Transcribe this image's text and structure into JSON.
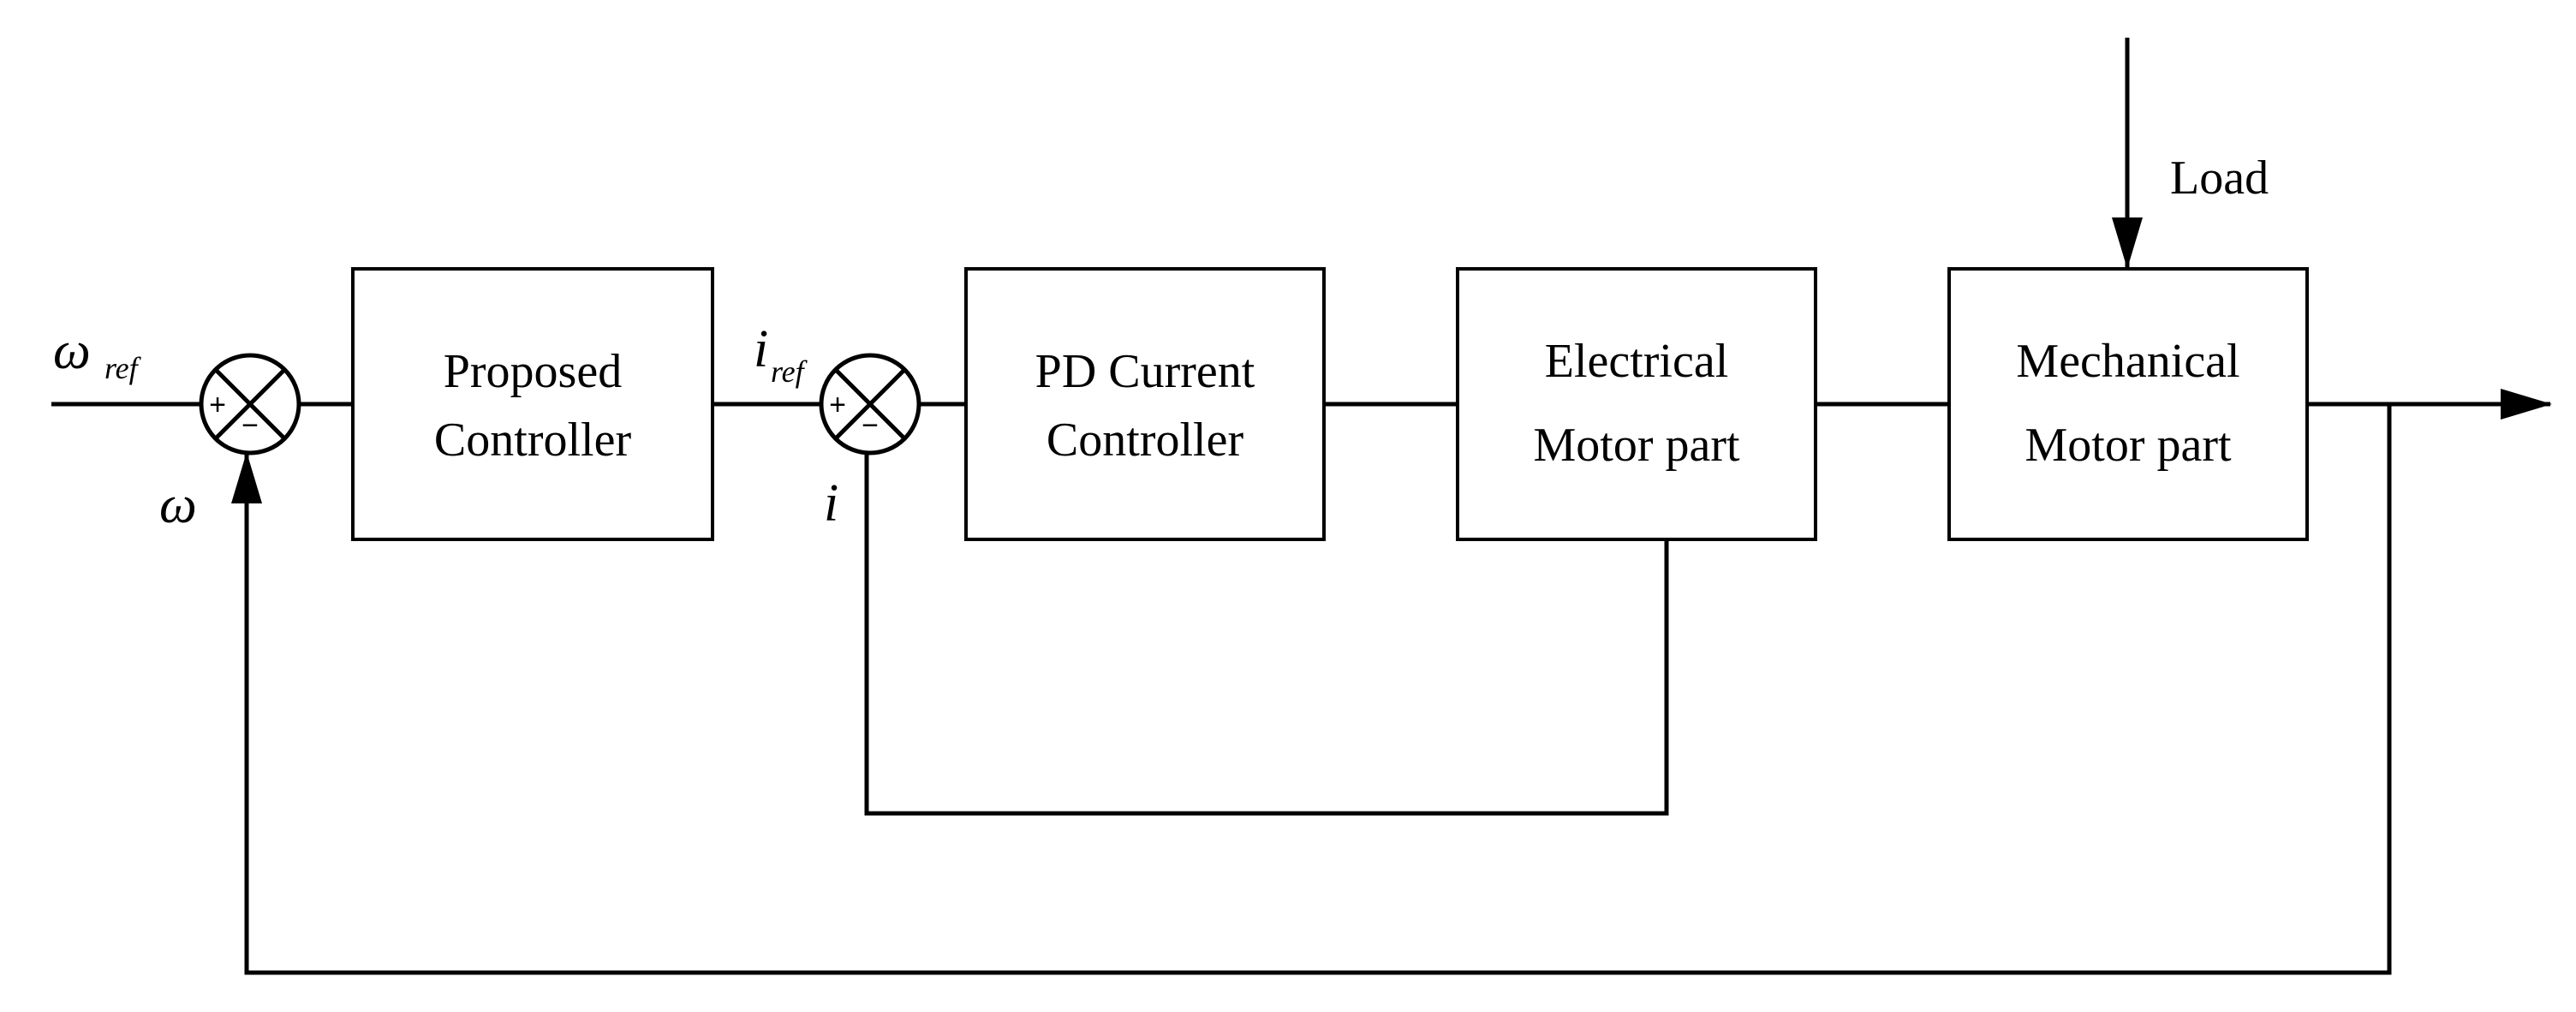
{
  "blocks": {
    "proposed": {
      "line1": "Proposed",
      "line2": "Controller"
    },
    "pd": {
      "line1": "PD Current",
      "line2": "Controller"
    },
    "electrical": {
      "line1": "Electrical",
      "line2": "Motor part"
    },
    "mechanical": {
      "line1": "Mechanical",
      "line2": "Motor part"
    }
  },
  "signals": {
    "omega_ref_main": "ω",
    "omega_ref_sub": "ref",
    "omega_feedback": "ω",
    "i_ref_main": "i",
    "i_ref_sub": "ref",
    "i_feedback": "i",
    "load": "Load"
  },
  "summing_junctions": {
    "speed": {
      "plus": "+",
      "minus": "−"
    },
    "current": {
      "plus": "+",
      "minus": "−"
    }
  },
  "colors": {
    "line": "#000000",
    "background": "#ffffff"
  }
}
